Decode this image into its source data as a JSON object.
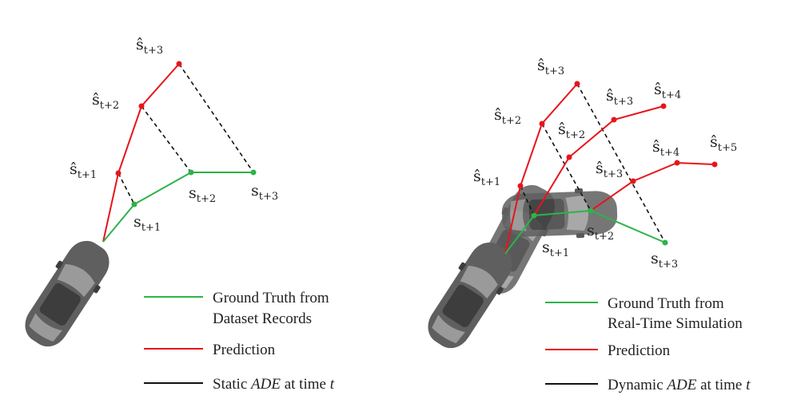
{
  "colors": {
    "ground_truth": "#2db34a",
    "prediction": "#e8141b",
    "ade": "#111111",
    "car_body": "#5f5f5f",
    "car_dark": "#3d3d3d",
    "car_glass": "#9a9a9a",
    "ghost_car": "#c9c9c9"
  },
  "left_panel": {
    "labels": {
      "p1": {
        "base": "ŝ",
        "sub": "t+1"
      },
      "p2": {
        "base": "ŝ",
        "sub": "t+2"
      },
      "p3": {
        "base": "ŝ",
        "sub": "t+3"
      },
      "g1": {
        "base": "s",
        "sub": "t+1"
      },
      "g2": {
        "base": "s",
        "sub": "t+2"
      },
      "g3": {
        "base": "s",
        "sub": "t+3"
      }
    },
    "legend": {
      "gt_line1": "Ground Truth from",
      "gt_line2": "Dataset Records",
      "prediction": "Prediction",
      "ade_prefix": "Static ",
      "ade_term": "ADE",
      "ade_mid": " at time ",
      "ade_var": "t"
    }
  },
  "right_panel": {
    "labels": {
      "a1": {
        "base": "ŝ",
        "sub": "t+1"
      },
      "a2": {
        "base": "ŝ",
        "sub": "t+2"
      },
      "a3": {
        "base": "ŝ",
        "sub": "t+3"
      },
      "b2": {
        "base": "ŝ",
        "sub": "t+2"
      },
      "b3": {
        "base": "ŝ",
        "sub": "t+3"
      },
      "b4": {
        "base": "ŝ",
        "sub": "t+4"
      },
      "c3": {
        "base": "ŝ",
        "sub": "t+3"
      },
      "c4": {
        "base": "ŝ",
        "sub": "t+4"
      },
      "c5": {
        "base": "ŝ",
        "sub": "t+5"
      },
      "g1": {
        "base": "s",
        "sub": "t+1"
      },
      "g2": {
        "base": "s",
        "sub": "t+2"
      },
      "g3": {
        "base": "s",
        "sub": "t+3"
      }
    },
    "legend": {
      "gt_line1": "Ground Truth from",
      "gt_line2": "Real-Time Simulation",
      "prediction": "Prediction",
      "ade_prefix": "Dynamic ",
      "ade_term": "ADE",
      "ade_mid": " at time ",
      "ade_var": "t"
    }
  }
}
